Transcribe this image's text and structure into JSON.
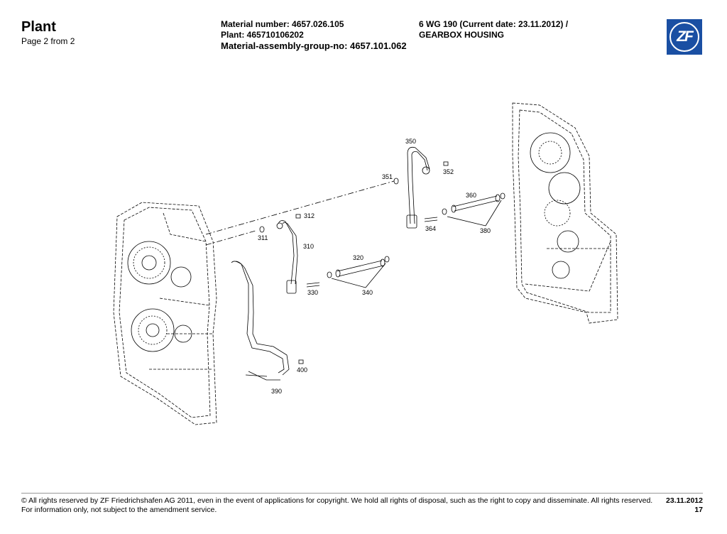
{
  "header": {
    "title": "Plant",
    "page": "Page 2 from 2",
    "material_number": "Material number: 4657.026.105",
    "plant": "Plant: 465710106202",
    "model": "6 WG 190 (Current date: 23.11.2012) /",
    "assembly": "GEARBOX HOUSING",
    "material_group": "Material-assembly-group-no: 4657.101.062",
    "logo_text": "ZF"
  },
  "parts": {
    "p350": "350",
    "p351": "351",
    "p352": "352",
    "p360": "360",
    "p364": "364",
    "p380": "380",
    "p312": "312",
    "p311": "311",
    "p310": "310",
    "p320": "320",
    "p330": "330",
    "p340": "340",
    "p400": "400",
    "p390": "390"
  },
  "footer": {
    "copyright": "© All rights reserved by ZF Friedrichshafen AG 2011, even in the event of applications for copyright. We hold all rights of disposal, such as the right to copy and disseminate. All rights reserved.",
    "note": "For information only, not subject to the amendment service.",
    "date": "23.11.2012",
    "page_number": "17"
  },
  "colors": {
    "logo_blue": "#1a4fa3"
  }
}
